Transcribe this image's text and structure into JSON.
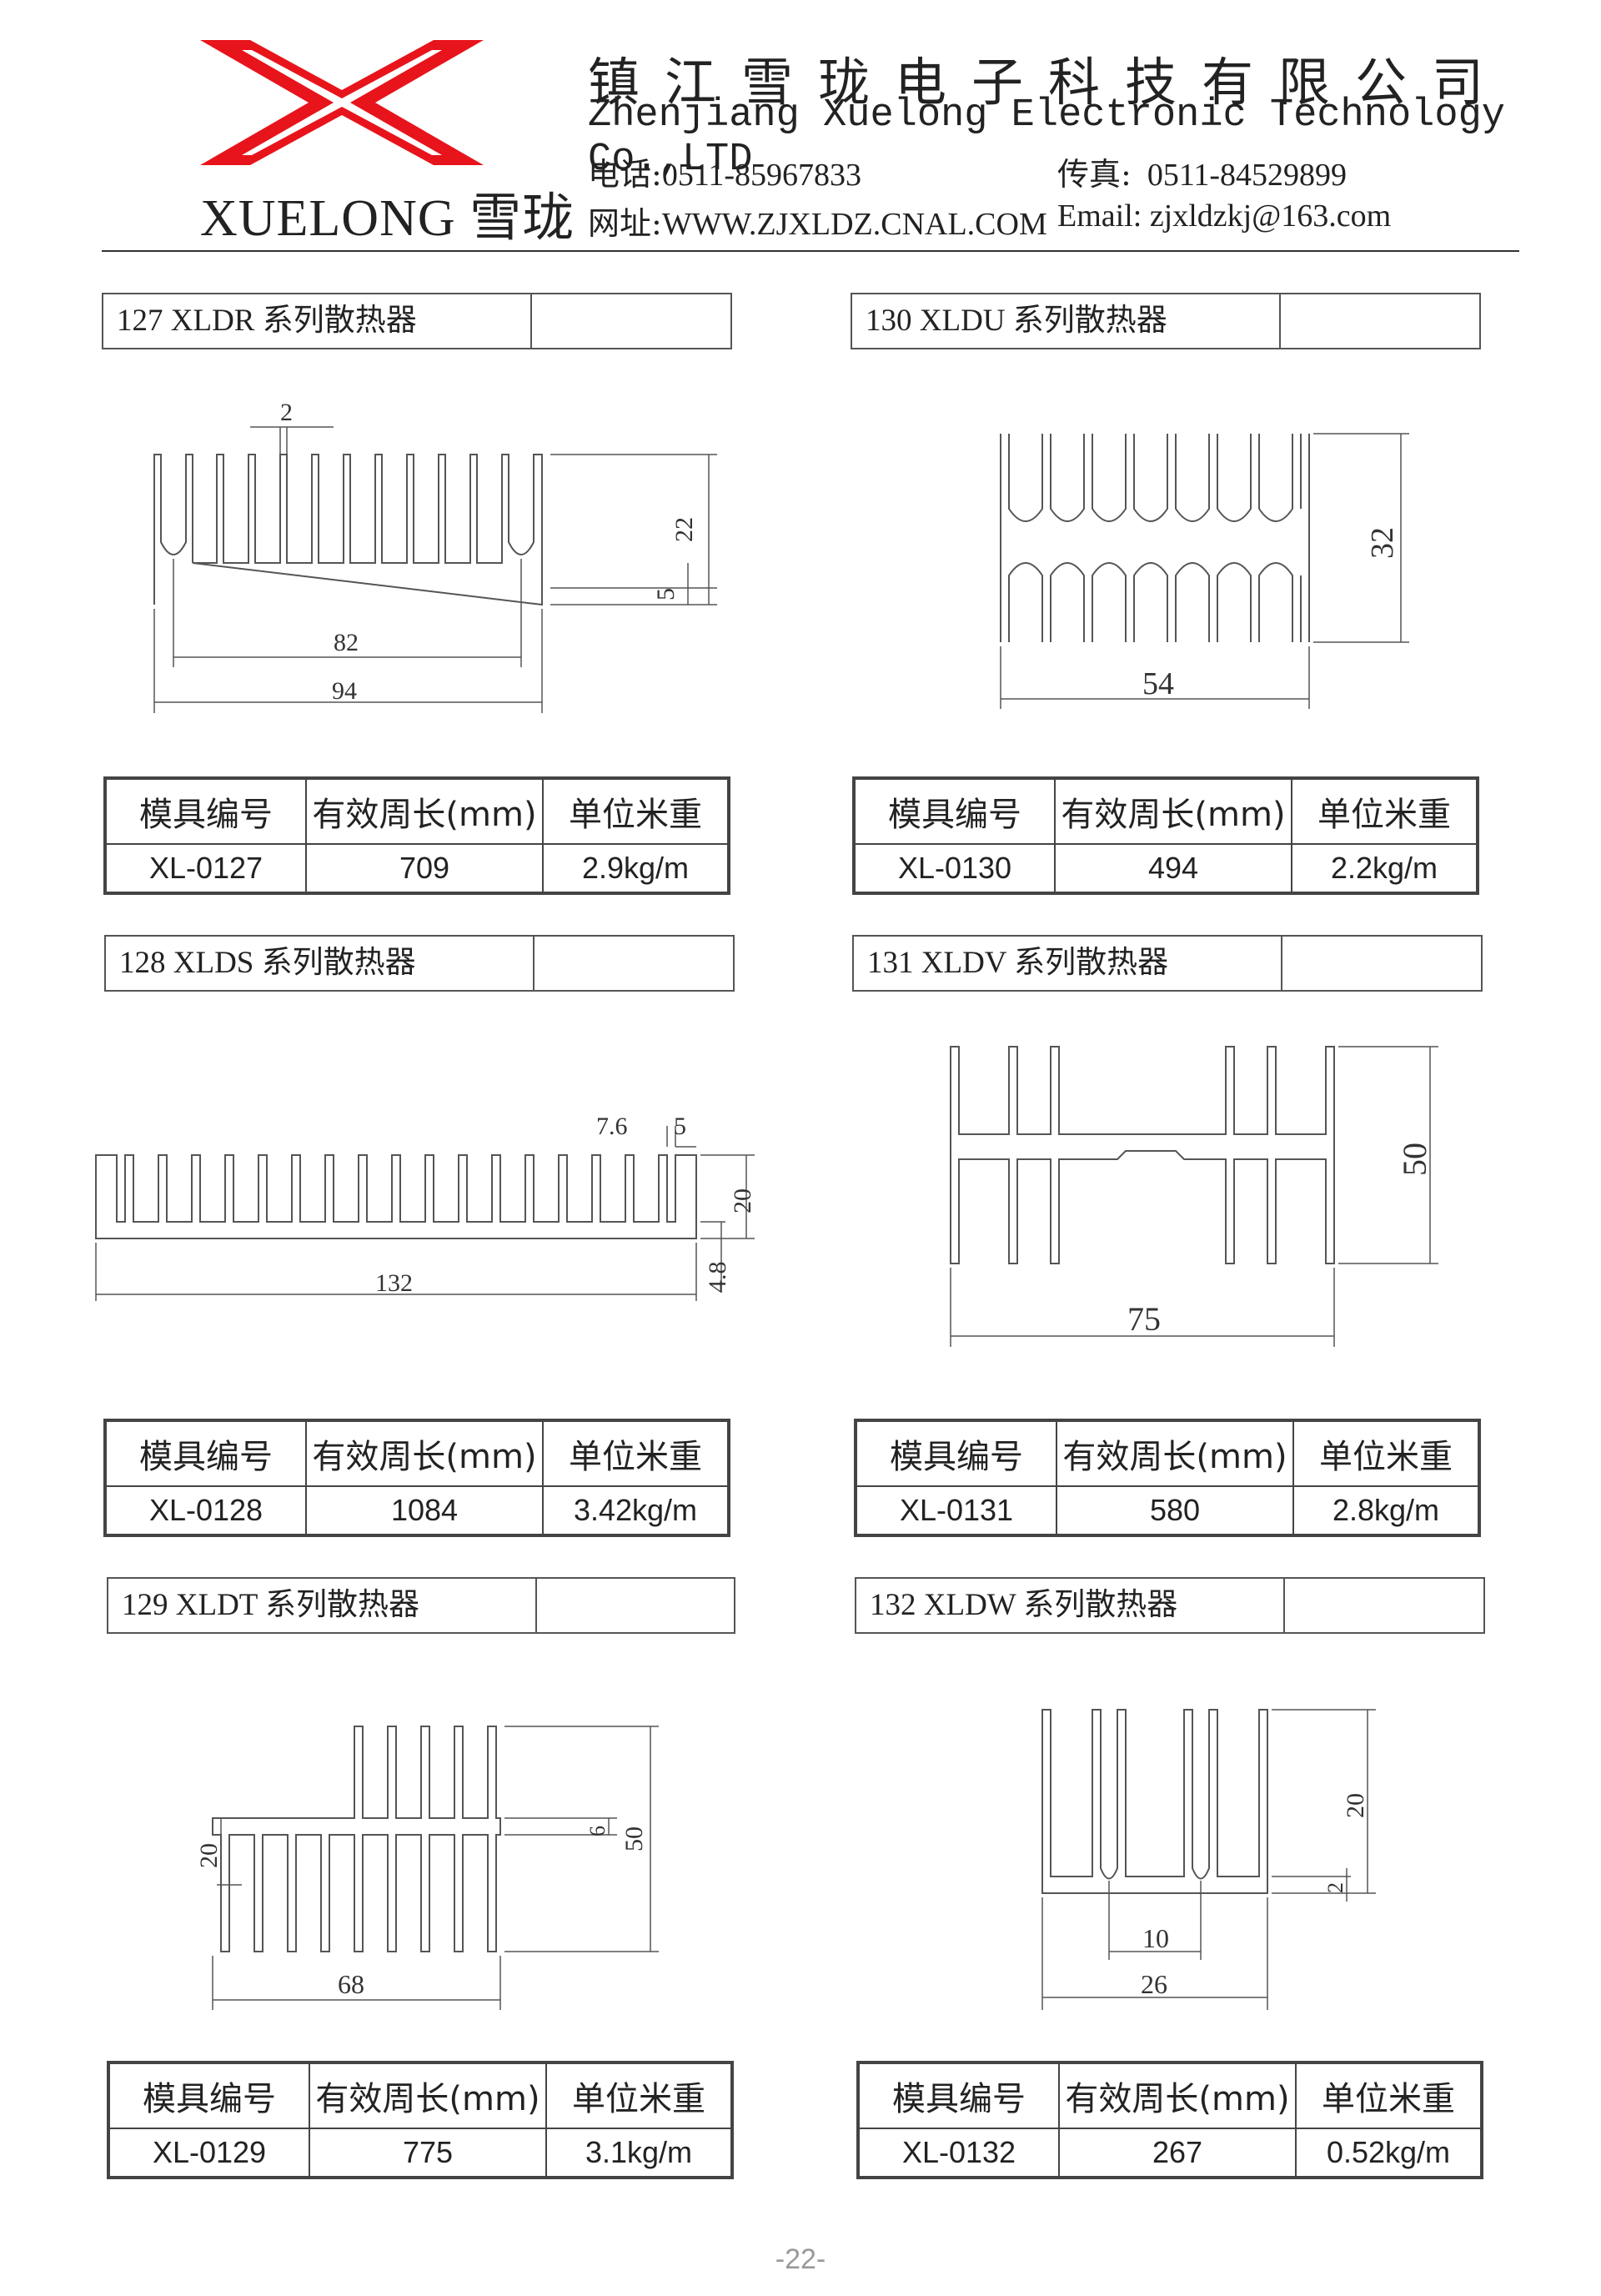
{
  "header": {
    "brand": "XUELONG 雪珑",
    "company_cn": "镇江雪珑电子科技有限公司",
    "company_en": "Zhenjiang Xuelong Electronic Technology Co.,LTD",
    "phone_label": "电话:",
    "phone": "0511-85967833",
    "fax_label": "传真:",
    "fax": "0511-84529899",
    "web_label": "网址:",
    "web": "WWW.ZJXLDZ.CNAL.COM",
    "email_label": "Email:",
    "email": "zjxldzkj@163.com",
    "brand_color": "#e8141b"
  },
  "table_headers": {
    "mold": "模具编号",
    "perimeter": "有效周长(mm)",
    "weight": "单位米重"
  },
  "products": [
    {
      "title": "127 XLDR 系列散热器",
      "mold": "XL-0127",
      "perimeter": "709",
      "weight": "2.9kg/m",
      "dims": {
        "fin": "2",
        "height": "22",
        "base": "5",
        "inner": "82",
        "width": "94"
      }
    },
    {
      "title": "130 XLDU 系列散热器",
      "mold": "XL-0130",
      "perimeter": "494",
      "weight": "2.2kg/m",
      "dims": {
        "height": "32",
        "width": "54"
      }
    },
    {
      "title": "128 XLDS 系列散热器",
      "mold": "XL-0128",
      "perimeter": "1084",
      "weight": "3.42kg/m",
      "dims": {
        "pitch": "7.6",
        "edge": "5",
        "height": "20",
        "base": "4.8",
        "width": "132"
      }
    },
    {
      "title": "131 XLDV 系列散热器",
      "mold": "XL-0131",
      "perimeter": "580",
      "weight": "2.8kg/m",
      "dims": {
        "height": "50",
        "width": "75"
      }
    },
    {
      "title": "129 XLDT 系列散热器",
      "mold": "XL-0129",
      "perimeter": "775",
      "weight": "3.1kg/m",
      "dims": {
        "left": "20",
        "small": "6",
        "height": "50",
        "width": "68"
      }
    },
    {
      "title": "132 XLDW 系列散热器",
      "mold": "XL-0132",
      "perimeter": "267",
      "weight": "0.52kg/m",
      "dims": {
        "height": "20",
        "base": "2",
        "inner": "10",
        "width": "26"
      }
    }
  ],
  "page_number": "-22-"
}
